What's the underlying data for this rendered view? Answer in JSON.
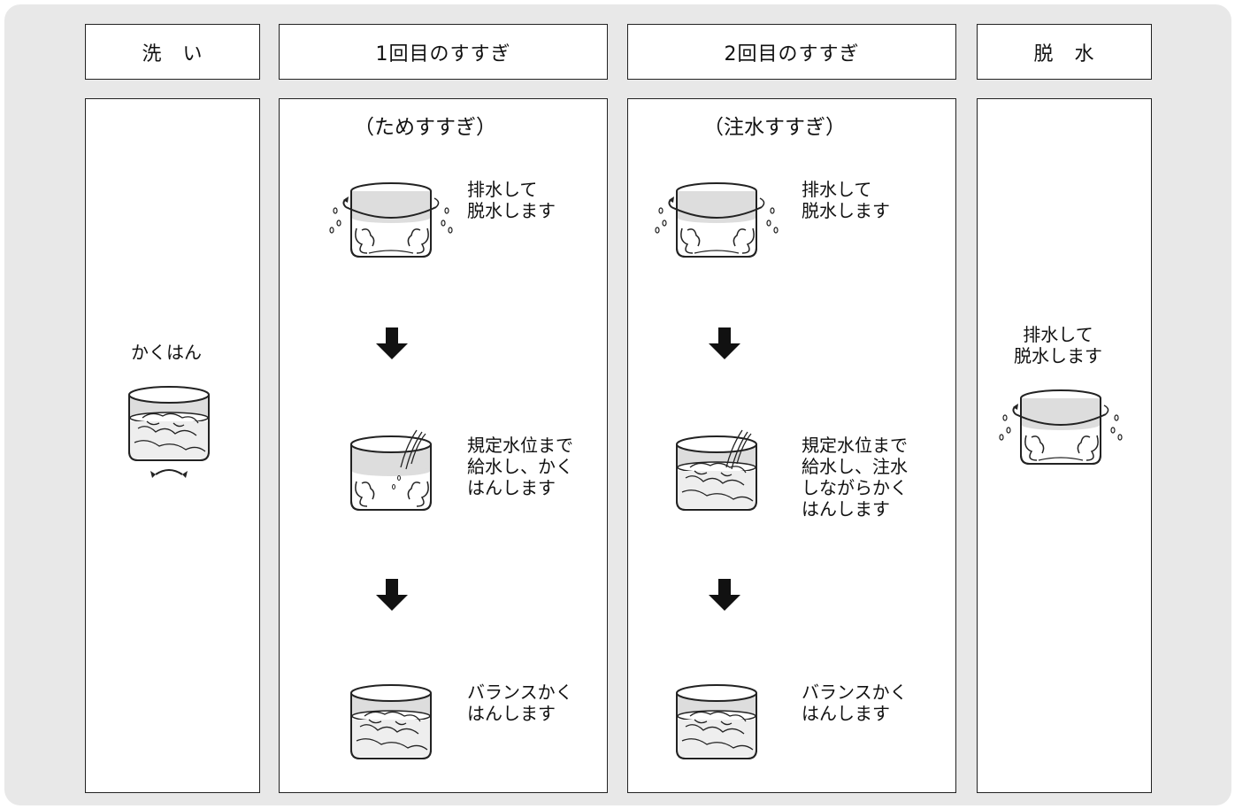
{
  "headers": {
    "wash": "洗　い",
    "rinse1": "1回目のすすぎ",
    "rinse2": "2回目のすすぎ",
    "spin": "脱　水"
  },
  "wash": {
    "label": "かくはん"
  },
  "rinse1": {
    "subtitle": "（ためすすぎ）",
    "step1": "排水して\n脱水します",
    "step2": "規定水位まで\n給水し、かく\nはんします",
    "step3": "バランスかく\nはんします"
  },
  "rinse2": {
    "subtitle": "（注水すすぎ）",
    "step1": "排水して\n脱水します",
    "step2": "規定水位まで\n給水し、注水\nしながらかく\nはんします",
    "step3": "バランスかく\nはんします"
  },
  "spin": {
    "label": "排水して\n脱水します"
  },
  "icons": {
    "drum": "washing-drum-icon",
    "arrow": "down-arrow-icon"
  }
}
